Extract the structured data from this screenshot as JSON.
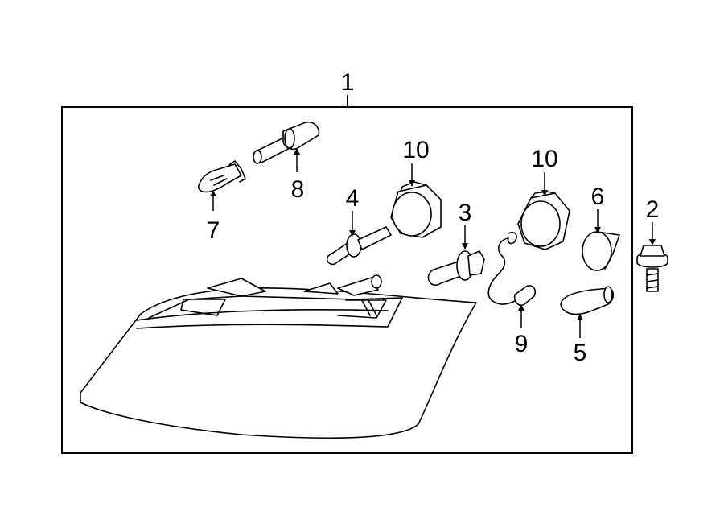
{
  "diagram": {
    "callouts": {
      "c1": "1",
      "c2": "2",
      "c3": "3",
      "c4": "4",
      "c5": "5",
      "c6": "6",
      "c7": "7",
      "c8": "8",
      "c9": "9",
      "c10a": "10",
      "c10b": "10"
    }
  }
}
